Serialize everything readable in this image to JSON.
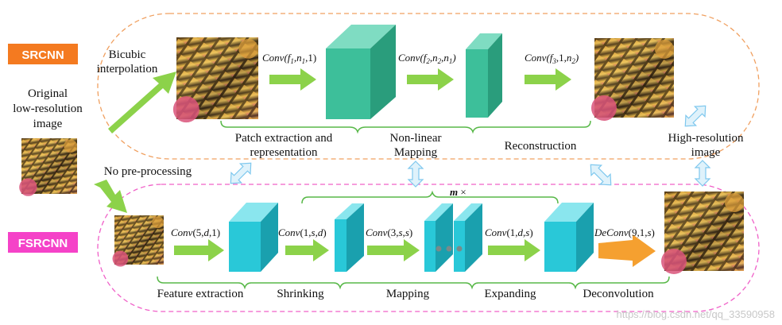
{
  "srcnn": {
    "badge": "SRCNN",
    "bicubic": [
      "Bicubic",
      "interpolation"
    ],
    "convs": [
      "Conv(f1,n1,1)",
      "Conv(f2,n2,n1)",
      "Conv(f3,1,n2)"
    ],
    "stages": {
      "patch": [
        "Patch extraction and",
        "representation"
      ],
      "nonlinear": [
        "Non-linear",
        "Mapping"
      ],
      "reconstruction": "Reconstruction"
    }
  },
  "fsrcnn": {
    "badge": "FSRCNN",
    "no_pre": "No pre-processing",
    "convs": [
      "Conv(5,d,1)",
      "Conv(1,s,d)",
      "Conv(3,s,s)",
      "Conv(1,d,s)",
      "DeConv(9,1,s)"
    ],
    "repeat": "m ×",
    "stages": {
      "feature": "Feature extraction",
      "shrinking": "Shrinking",
      "mapping": "Mapping",
      "expanding": "Expanding",
      "deconv": "Deconvolution"
    }
  },
  "original": [
    "Original",
    "low-resolution",
    "image"
  ],
  "hr": [
    "High-resolution",
    "image"
  ],
  "watermark": "https://blog.csdn.net/qq_33590958",
  "colors": {
    "srcnn_badge": "#f47a20",
    "fsrcnn_badge": "#f542c8",
    "srcnn_border": "#f0a060",
    "fsrcnn_border": "#f060c8",
    "srcnn_cube": "#3dbf9a",
    "fsrcnn_cube": "#29c8d8",
    "green_arrow": "#8cd24a",
    "orange_arrow": "#f5a030",
    "bracket": "#58b848",
    "link_arrow": "#7fc8ee"
  }
}
